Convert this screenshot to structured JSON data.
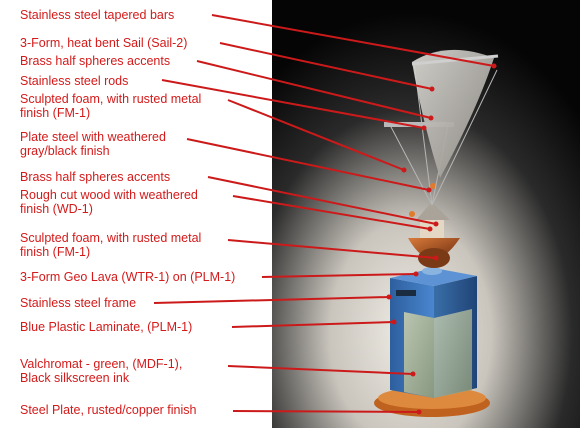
{
  "diagram": {
    "labels": [
      {
        "id": "tapered-bars",
        "lines": [
          "Stainless steel tapered bars"
        ]
      },
      {
        "id": "sail",
        "lines": [
          "3-Form, heat bent Sail (Sail-2)"
        ]
      },
      {
        "id": "brass-1",
        "lines": [
          "Brass half spheres accents"
        ]
      },
      {
        "id": "rods",
        "lines": [
          "Stainless steel rods"
        ]
      },
      {
        "id": "foam-1",
        "lines": [
          "Sculpted foam, with rusted metal",
          "finish (FM-1)"
        ]
      },
      {
        "id": "plate-steel",
        "lines": [
          "Plate steel with weathered",
          "gray/black finish"
        ]
      },
      {
        "id": "brass-2",
        "lines": [
          "Brass half spheres accents"
        ]
      },
      {
        "id": "wood",
        "lines": [
          "Rough cut wood with weathered",
          "finish (WD-1)"
        ]
      },
      {
        "id": "foam-2",
        "lines": [
          "Sculpted foam, with rusted metal",
          "finish (FM-1)"
        ]
      },
      {
        "id": "geo-lava",
        "lines": [
          "3-Form Geo Lava (WTR-1) on (PLM-1)"
        ]
      },
      {
        "id": "frame",
        "lines": [
          "Stainless steel frame"
        ]
      },
      {
        "id": "laminate",
        "lines": [
          "Blue Plastic Laminate, (PLM-1)"
        ]
      },
      {
        "id": "valchromat",
        "lines": [
          "Valchromat - green, (MDF-1),",
          "Black silkscreen ink"
        ]
      },
      {
        "id": "steel-plate",
        "lines": [
          "Steel Plate, rusted/copper finish"
        ]
      }
    ]
  },
  "colors": {
    "label": "#d41a1a",
    "leader": "#cc1a1a",
    "photo_dark": "#0b0b0b",
    "photo_light": "#e9e6df",
    "box_blue": "#3b79c4",
    "rust": "#b5541e"
  }
}
